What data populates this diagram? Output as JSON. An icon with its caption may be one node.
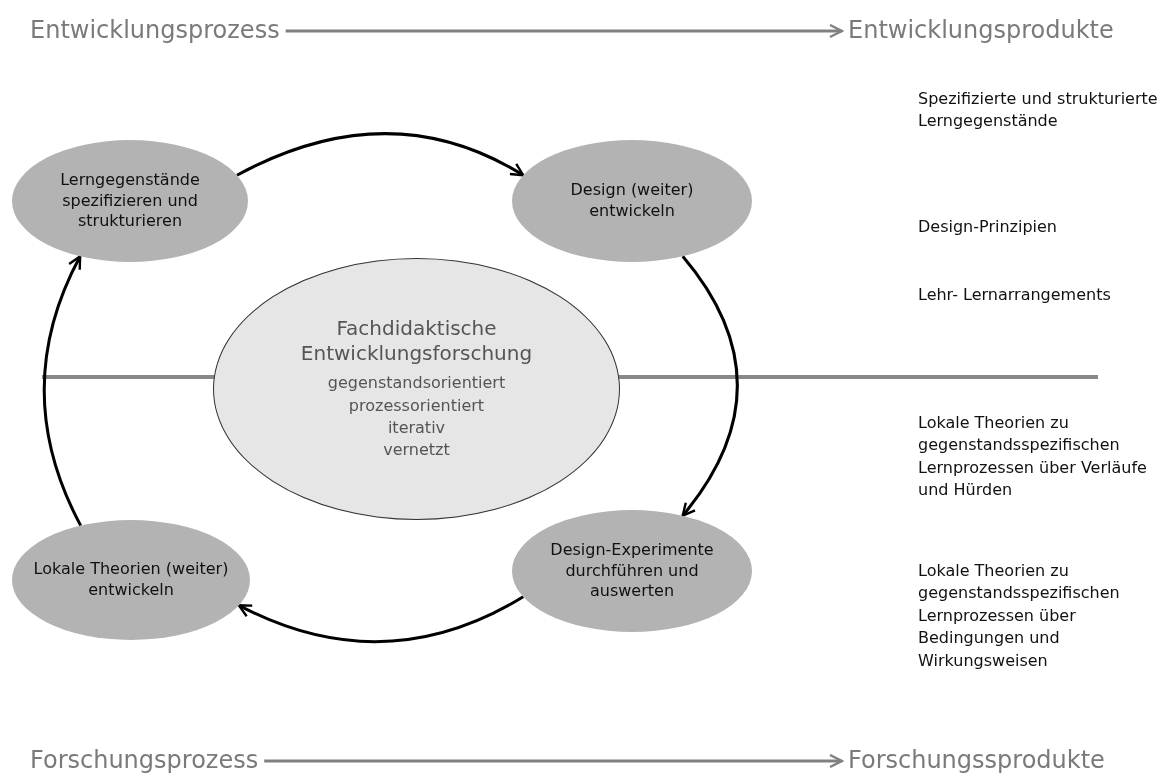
{
  "diagram": {
    "nodes": [
      {
        "text": [
          "Entwicklungsprozess"
        ]
      },
      {
        "text": [
          "Entwicklungsprodukte"
        ]
      },
      {
        "text": [
          "Lerngegenstände spezifizieren und strukturieren"
        ]
      },
      {
        "text": [
          "Design (weiter) entwickeln"
        ]
      },
      {
        "text": [
          "Fachdidaktische Entwicklungsforschung",
          "gegenstandsorientiert",
          "prozessorientiert",
          "iterativ",
          "vernetzt"
        ]
      },
      {
        "text": [
          "Lokale Theorien (weiter) entwickeln"
        ]
      },
      {
        "text": [
          "Design-Experimente durchführen und auswerten"
        ]
      },
      {
        "text": [
          "Forschungsprozess"
        ]
      },
      {
        "text": [
          "Forschungssprodukte"
        ]
      }
    ],
    "edges": [
      {
        "from": 0,
        "to": 1,
        "arrow": "to",
        "color": "#808080"
      },
      {
        "from": 2,
        "to": 3,
        "arrow": "to"
      },
      {
        "from": 3,
        "to": 6,
        "arrow": "to"
      },
      {
        "from": 6,
        "to": 5,
        "arrow": "to"
      },
      {
        "from": 5,
        "to": 2,
        "arrow": "to"
      },
      {
        "from": 7,
        "to": 8,
        "arrow": "to",
        "color": "#808080"
      }
    ],
    "labels": [
      "Spezifizierte und strukturierte Lerngegenstände",
      "Design-Prinzipien",
      "Lehr- Lernarrangements",
      "Lokale Theorien zu gegenstandsspezifischen Lernprozessen über Verläufe und Hürden",
      "Lokale Theorien zu gegenstandsspezifischen Lernprozessen über Bedingungen und Wirkungsweisen"
    ]
  }
}
